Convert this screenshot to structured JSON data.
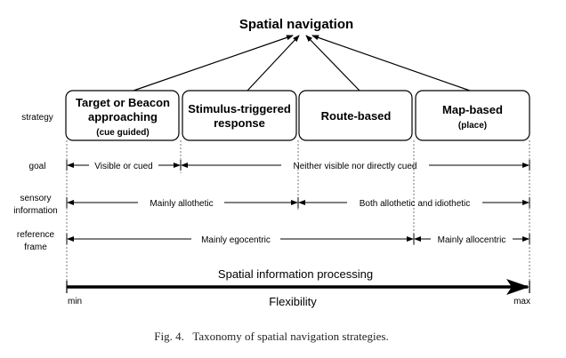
{
  "title": "Spatial navigation",
  "row_labels": {
    "strategy": "strategy",
    "goal": "goal",
    "sensory_1": "sensory",
    "sensory_2": "information",
    "reference_1": "reference",
    "reference_2": "frame"
  },
  "strategies": [
    {
      "line1": "Target or Beacon",
      "line2": "approaching",
      "sub": "(cue guided)"
    },
    {
      "line1": "Stimulus-triggered",
      "line2": "response",
      "sub": ""
    },
    {
      "line1": "Route-based",
      "line2": "",
      "sub": ""
    },
    {
      "line1": "Map-based",
      "line2": "",
      "sub": "(place)"
    }
  ],
  "goal": {
    "visible": "Visible or cued",
    "neither": "Neither visible nor directly cued"
  },
  "sensory": {
    "allothetic": "Mainly allothetic",
    "both": "Both allothetic and idiothetic"
  },
  "reference": {
    "egocentric": "Mainly egocentric",
    "allocentric": "Mainly allocentric"
  },
  "axis": {
    "label": "Spatial information processing",
    "min": "min",
    "max": "max",
    "name": "Flexibility"
  },
  "caption": "Fig. 4.   Taxonomy of spatial navigation strategies."
}
